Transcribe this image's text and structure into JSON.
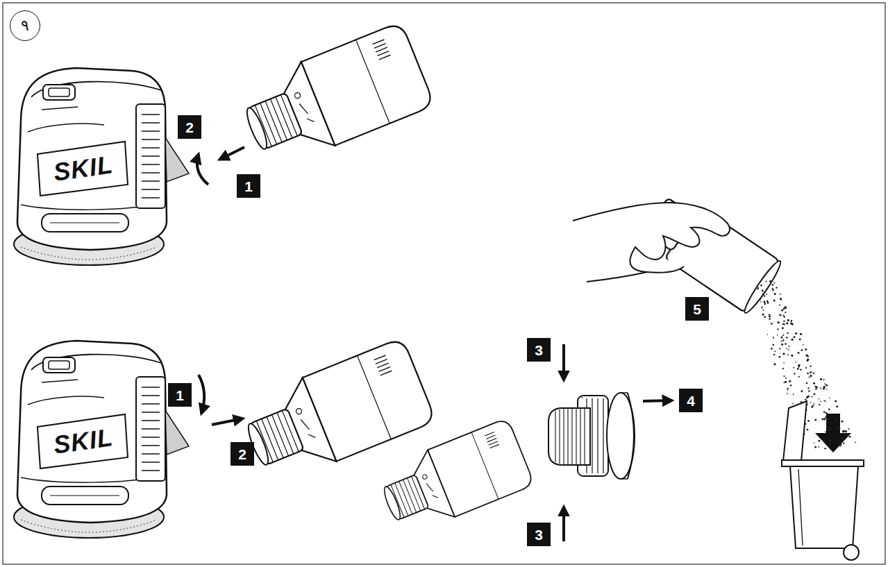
{
  "diagram": {
    "nodes": [
      {
        "text": [
          "٩"
        ]
      },
      {
        "text": [
          "2"
        ]
      },
      {
        "text": [
          "1"
        ]
      },
      {
        "text": [
          "5"
        ]
      },
      {
        "text": [
          "1"
        ]
      },
      {
        "text": [
          "3"
        ]
      },
      {
        "text": [
          "4"
        ]
      },
      {
        "text": [
          "2"
        ]
      },
      {
        "text": [
          "3"
        ]
      }
    ],
    "labels": [
      "SKIL",
      "SKIL"
    ]
  }
}
